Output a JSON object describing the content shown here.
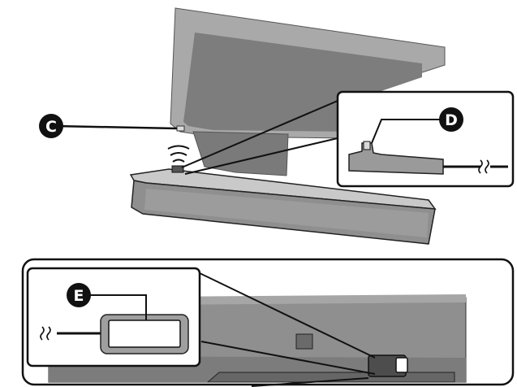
{
  "labels": {
    "c": "C",
    "d": "D",
    "e": "E"
  },
  "colors": {
    "tv_frame": "#a9a9a9",
    "tv_screen": "#7d7d7d",
    "soundbar_top": "#c7c7c7",
    "soundbar_front": "#8f8f8f",
    "soundbar_dark": "#6c6c6c",
    "outline": "#1a1a1a",
    "callout_fill": "#111111",
    "background": "#ffffff"
  },
  "icons": {
    "signal": "wireless-signal-icon",
    "cable_break": "cable-break-icon"
  }
}
